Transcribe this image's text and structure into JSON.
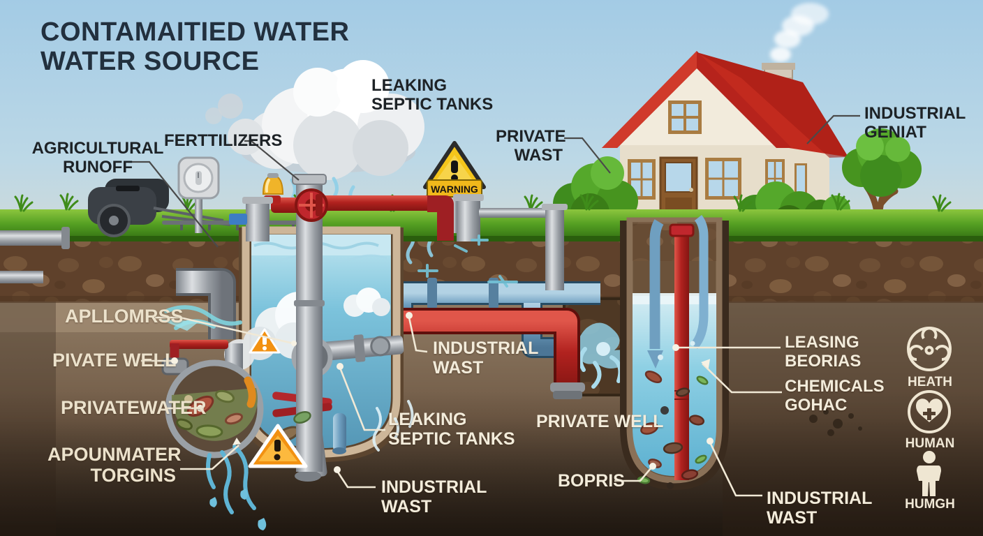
{
  "title": {
    "text": "CONTAMAITIED WATER\nWATER SOURCE"
  },
  "surface_labels": {
    "agricultural_runoff": "AGRICULTURAL\nRUNOFF",
    "fertilizers": "FERTTILIZERS",
    "leaking_septic_tanks": "LEAKING\nSEPTIC TANKS",
    "private_wast": "PRIVATE\nWAST",
    "industrial_geniat": "INDUSTRIAL\nGENIAT",
    "warning_sign": "WARNING"
  },
  "underground_labels": {
    "apllomrss": "APLLOMRSS",
    "pivate_well": "PIVATE WELL",
    "privatewater": "PRIVATEWATER",
    "apounmater_torgins": "APOUNMATER\nTORGINS",
    "industrial_wast_mid": "INDUSTRIAL\nWAST",
    "leaking_septic_tanks_mid": "LEAKING\nSEPTIC TANKS",
    "industrial_wast_bottom": "INDUSTRIAL\nWAST",
    "private_well": "PRIVATE WELL",
    "bopris": "BOPRIS",
    "leasing_beorias": "LEASING\nBEORIAS",
    "chemicals_gohac": "CHEMICALS\nGOHAC",
    "industrial_wast_right": "INDUSTRIAL\nWAST"
  },
  "legend": {
    "heath": {
      "icon": "biohazard-icon",
      "label": "HEATH"
    },
    "human": {
      "icon": "heart-icon",
      "label": "HUMAN"
    },
    "humgh": {
      "icon": "person-icon",
      "label": "HUMGH"
    }
  },
  "colors": {
    "sky_top": "#a3cbe5",
    "sky_bottom": "#f6e8cf",
    "grass": "#5aa826",
    "soil_rocky": "#63452e",
    "soil_dark": "#4a372a",
    "water": "#7cc3dc",
    "pipe_red": "#b1221f",
    "pipe_blue": "#6f9fc0",
    "pipe_gray": "#9aa0a6",
    "warning_yellow": "#f5c51b",
    "title": "#22303e",
    "label_dark": "#1d2226",
    "label_light": "#ece2cc",
    "house_wall": "#f0e8d8",
    "house_roof": "#b6231c"
  }
}
